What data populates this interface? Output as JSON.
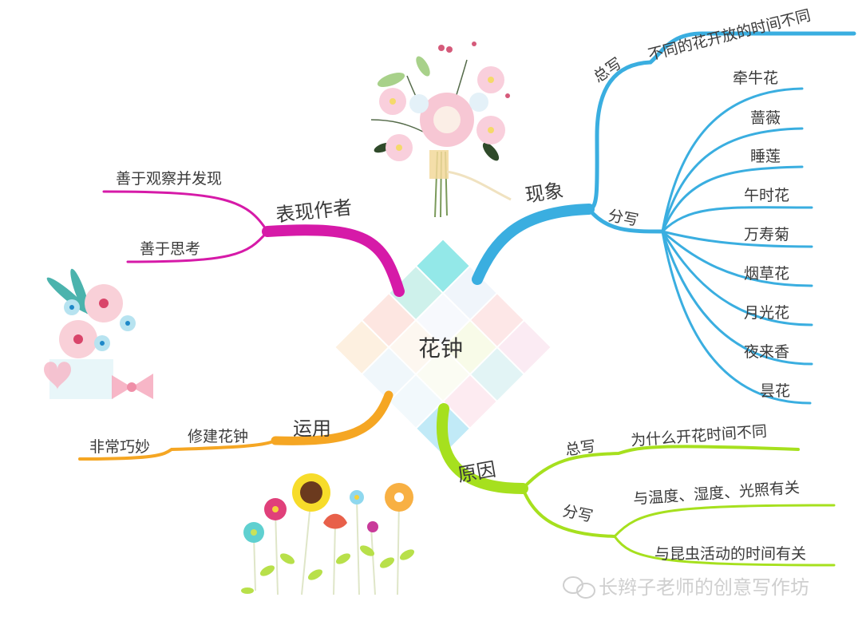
{
  "center": {
    "label": "花钟"
  },
  "colors": {
    "phenomenon": "#3aaee0",
    "reason": "#a6e01e",
    "author": "#d61aa8",
    "application": "#f5a623",
    "watermark": "#cfcfcf"
  },
  "branches": {
    "phenomenon": {
      "label": "现象",
      "summary": {
        "label": "总写",
        "detail": "不同的花开放的时间不同"
      },
      "details": {
        "label": "分写",
        "items": [
          "牵牛花",
          "蔷薇",
          "睡莲",
          "午时花",
          "万寿菊",
          "烟草花",
          "月光花",
          "夜来香",
          "昙花"
        ]
      }
    },
    "reason": {
      "label": "原因",
      "summary": {
        "label": "总写",
        "detail": "为什么开花时间不同"
      },
      "details": {
        "label": "分写",
        "items": [
          "与温度、湿度、光照有关",
          "与昆虫活动的时间有关"
        ]
      }
    },
    "author": {
      "label": "表现作者",
      "items": [
        "善于观察并发现",
        "善于思考"
      ]
    },
    "application": {
      "label": "运用",
      "sub": "修建花钟",
      "leaf": "非常巧妙"
    }
  },
  "decorations": [
    "bouquet-top",
    "bouquet-left",
    "flower-garden-bottom"
  ],
  "watermark": {
    "icon": "wechat-icon",
    "text": "长辫子老师的创意写作坊"
  }
}
